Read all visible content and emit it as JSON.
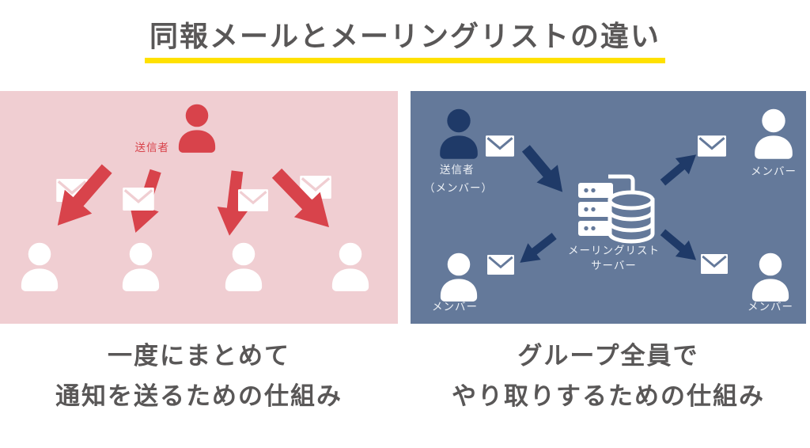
{
  "title": {
    "text": "同報メールとメーリングリストの違い",
    "text_color": "#595757",
    "underline_color": "#FFE100"
  },
  "left_panel": {
    "bg_color": "#F0CED2",
    "accent_color": "#D8434B",
    "sender_label": "送信者",
    "recipient_count": 4,
    "caption": {
      "line1": "一度にまとめて",
      "line2": "通知を送るための仕組み"
    }
  },
  "right_panel": {
    "bg_color": "#64799A",
    "accent_color": "#1F3A68",
    "label_color": "#ECF0F5",
    "sender_label": {
      "line1": "送信者",
      "line2": "（メンバー）"
    },
    "server_label": {
      "line1": "メーリングリスト",
      "line2": "サーバー"
    },
    "member_label": "メンバー",
    "member_count": 3,
    "caption": {
      "line1": "グループ全員で",
      "line2": "やり取りするための仕組み"
    }
  },
  "caption_color": "#595757",
  "icons": {
    "person": "person-icon",
    "envelope": "envelope-icon",
    "arrow": "arrow-icon",
    "server": "mail-server-icon"
  }
}
